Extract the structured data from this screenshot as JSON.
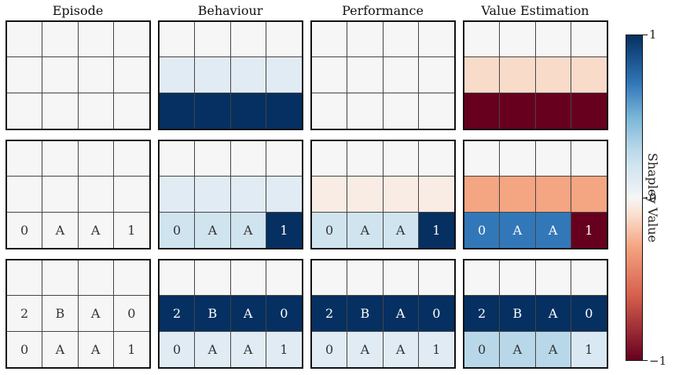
{
  "chart_data": {
    "type": "heatmap",
    "columns": [
      "Episode",
      "Behaviour",
      "Performance",
      "Value Estimation"
    ],
    "colorbar": {
      "label": "Shapley Value",
      "min": -1,
      "max": 1,
      "ticks": [
        "1",
        "0",
        "−1"
      ],
      "colormap": "RdBu"
    },
    "panels": [
      [
        {
          "values": [
            [
              0,
              0,
              0,
              0
            ],
            [
              0,
              0,
              0,
              0
            ],
            [
              0,
              0,
              0,
              0
            ]
          ],
          "labels": [
            [
              "",
              "",
              "",
              ""
            ],
            [
              "",
              "",
              "",
              ""
            ],
            [
              "",
              "",
              "",
              ""
            ]
          ]
        },
        {
          "values": [
            [
              0,
              0,
              0,
              0
            ],
            [
              0.1,
              0.1,
              0.1,
              0.1
            ],
            [
              1,
              1,
              1,
              1
            ]
          ],
          "labels": [
            [
              "",
              "",
              "",
              ""
            ],
            [
              "",
              "",
              "",
              ""
            ],
            [
              "",
              "",
              "",
              ""
            ]
          ]
        },
        {
          "values": [
            [
              0,
              0,
              0,
              0
            ],
            [
              0,
              0,
              0,
              0
            ],
            [
              0,
              0,
              0,
              0
            ]
          ],
          "labels": [
            [
              "",
              "",
              "",
              ""
            ],
            [
              "",
              "",
              "",
              ""
            ],
            [
              "",
              "",
              "",
              ""
            ]
          ]
        },
        {
          "values": [
            [
              0,
              0,
              0,
              0
            ],
            [
              -0.12,
              -0.12,
              -0.12,
              -0.12
            ],
            [
              -1,
              -1,
              -1,
              -1
            ]
          ],
          "labels": [
            [
              "",
              "",
              "",
              ""
            ],
            [
              "",
              "",
              "",
              ""
            ],
            [
              "",
              "",
              "",
              ""
            ]
          ]
        }
      ],
      [
        {
          "values": [
            [
              0,
              0,
              0,
              0
            ],
            [
              0,
              0,
              0,
              0
            ],
            [
              0,
              0,
              0,
              0
            ]
          ],
          "labels": [
            [
              "",
              "",
              "",
              ""
            ],
            [
              "",
              "",
              "",
              ""
            ],
            [
              "0",
              "A",
              "A",
              "1"
            ]
          ]
        },
        {
          "values": [
            [
              0,
              0,
              0,
              0
            ],
            [
              0.1,
              0.1,
              0.1,
              0.1
            ],
            [
              0.2,
              0.2,
              0.2,
              1
            ]
          ],
          "labels": [
            [
              "",
              "",
              "",
              ""
            ],
            [
              "",
              "",
              "",
              ""
            ],
            [
              "0",
              "A",
              "A",
              "1"
            ]
          ]
        },
        {
          "values": [
            [
              0,
              0,
              0,
              0
            ],
            [
              -0.05,
              -0.05,
              -0.05,
              -0.05
            ],
            [
              0.2,
              0.2,
              0.2,
              1
            ]
          ],
          "labels": [
            [
              "",
              "",
              "",
              ""
            ],
            [
              "",
              "",
              "",
              ""
            ],
            [
              "0",
              "A",
              "A",
              "1"
            ]
          ]
        },
        {
          "values": [
            [
              0,
              0,
              0,
              0
            ],
            [
              -0.3,
              -0.3,
              -0.3,
              -0.3
            ],
            [
              0.7,
              0.7,
              0.7,
              -1
            ]
          ],
          "labels": [
            [
              "",
              "",
              "",
              ""
            ],
            [
              "",
              "",
              "",
              ""
            ],
            [
              "0",
              "A",
              "A",
              "1"
            ]
          ]
        }
      ],
      [
        {
          "values": [
            [
              0,
              0,
              0,
              0
            ],
            [
              0,
              0,
              0,
              0
            ],
            [
              0,
              0,
              0,
              0
            ]
          ],
          "labels": [
            [
              "",
              "",
              "",
              ""
            ],
            [
              "2",
              "B",
              "A",
              "0"
            ],
            [
              "0",
              "A",
              "A",
              "1"
            ]
          ]
        },
        {
          "values": [
            [
              0,
              0,
              0,
              0
            ],
            [
              1,
              1,
              1,
              1
            ],
            [
              0.1,
              0.1,
              0.1,
              0.1
            ]
          ],
          "labels": [
            [
              "",
              "",
              "",
              ""
            ],
            [
              "2",
              "B",
              "A",
              "0"
            ],
            [
              "0",
              "A",
              "A",
              "1"
            ]
          ]
        },
        {
          "values": [
            [
              0,
              0,
              0,
              0
            ],
            [
              1,
              1,
              1,
              1
            ],
            [
              0.1,
              0.1,
              0.1,
              0.1
            ]
          ],
          "labels": [
            [
              "",
              "",
              "",
              ""
            ],
            [
              "2",
              "B",
              "A",
              "0"
            ],
            [
              "0",
              "A",
              "A",
              "1"
            ]
          ]
        },
        {
          "values": [
            [
              0,
              0,
              0,
              0
            ],
            [
              1,
              1,
              1,
              1
            ],
            [
              0.3,
              0.3,
              0.3,
              0.15
            ]
          ],
          "labels": [
            [
              "",
              "",
              "",
              ""
            ],
            [
              "2",
              "B",
              "A",
              "0"
            ],
            [
              "0",
              "A",
              "A",
              "1"
            ]
          ]
        }
      ]
    ]
  }
}
